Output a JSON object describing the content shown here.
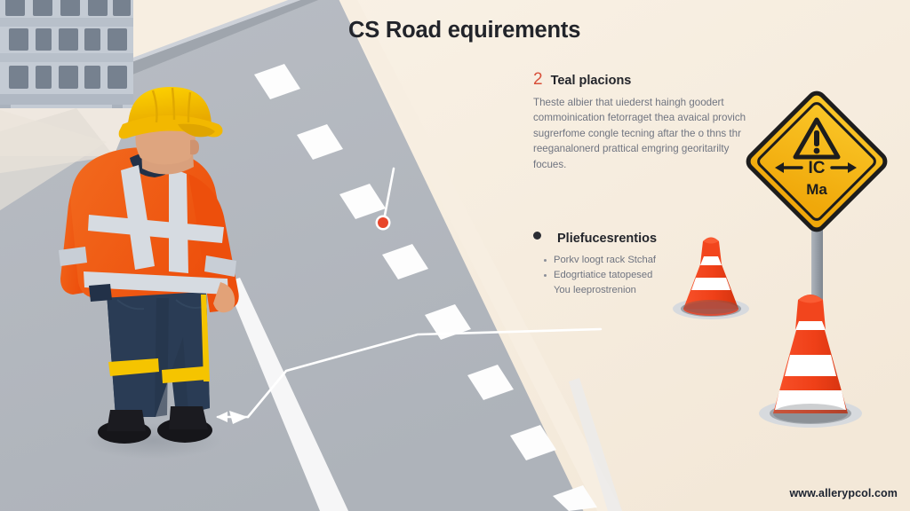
{
  "poster": {
    "title": "CS Road equirements",
    "watermark": "www.allerypcol.com",
    "background_color": "#f7eee1",
    "road_color": "#b2b6bd",
    "accent_color": "#d8503a"
  },
  "sections": [
    {
      "marker": "2",
      "marker_type": "number",
      "heading": "Teal placions",
      "body": "Theste albier that uiederst haingh goodert commoinication fetorraget thea avaical provich sugrerfome congle tecning aftar the o thns thr reeganalonerd prattical emgring georitarilty focues."
    },
    {
      "marker": "●",
      "marker_type": "bullet",
      "heading": "Pliefucesrentios",
      "bullets": [
        {
          "text": "Porkv loogt rack Stchaf",
          "bulleted": true
        },
        {
          "text": "Edogrtiatice tatopesed",
          "bulleted": true
        },
        {
          "text": "You leeprostrenion",
          "bulleted": false
        }
      ]
    }
  ],
  "scene": {
    "worker": {
      "label": "road-worker",
      "helmet_color": "#f5c400",
      "jacket_color": "#f05a14",
      "trouser_color": "#27384f",
      "stripe_color": "#cfd4da",
      "band_color": "#f5c400",
      "boot_color": "#1b1b1f"
    },
    "sign": {
      "label": "warning-sign",
      "shape": "diamond",
      "fill_color": "#f7b713",
      "border_color": "#1d1d1d",
      "symbol": "exclamation-triangle",
      "line1": "← IC →",
      "line2": "Ma",
      "pole_color": "#9aa0a8"
    },
    "cones": [
      {
        "label": "traffic-cone-small",
        "body_color": "#f0441f",
        "stripe_color": "#ffffff"
      },
      {
        "label": "traffic-cone-large",
        "body_color": "#f0441f",
        "stripe_color": "#ffffff"
      }
    ],
    "building": {
      "label": "office-building",
      "wall_color": "#c4cbd4",
      "window_color": "#76818f"
    },
    "markers": [
      {
        "label": "red-pin-marker",
        "color": "#e8452a"
      },
      {
        "label": "arrow-leader",
        "color": "#ffffff",
        "direction": "left"
      }
    ]
  }
}
